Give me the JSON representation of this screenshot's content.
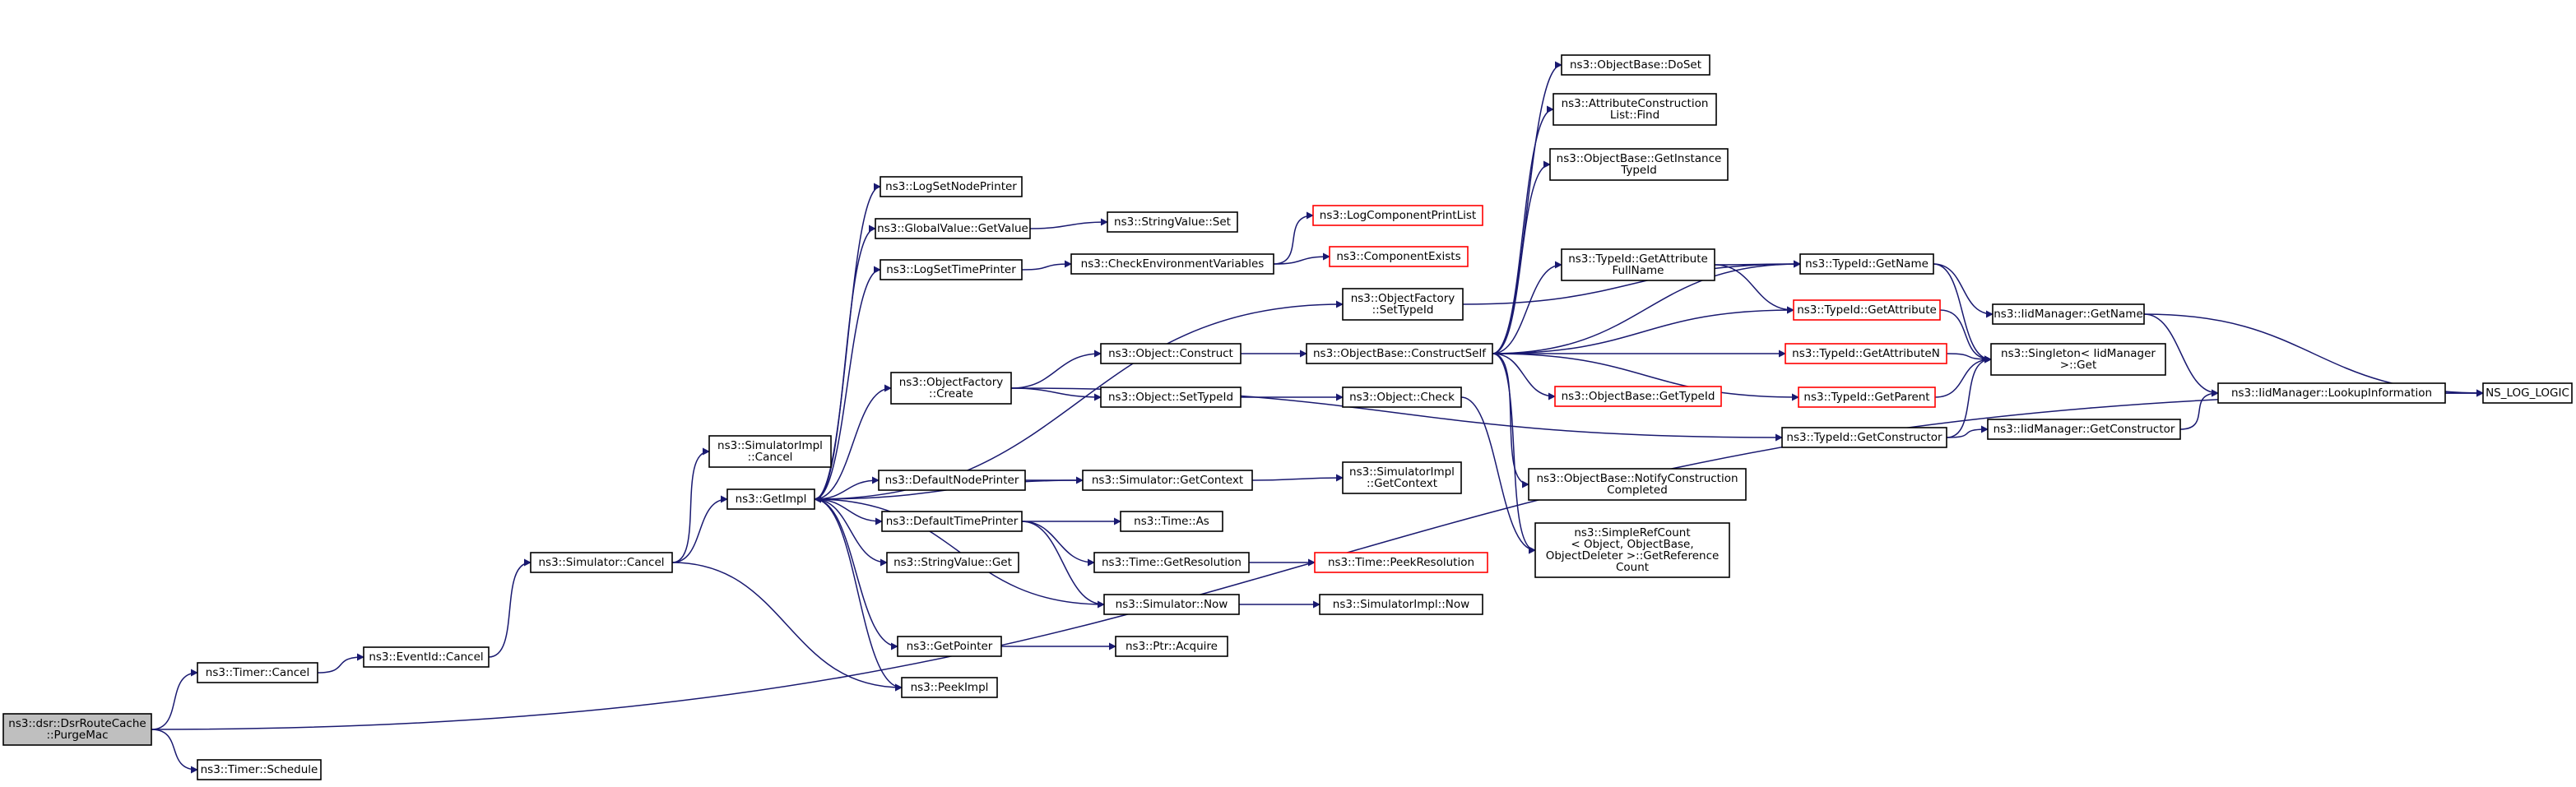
{
  "colors": {
    "edge": "#191970",
    "box_border": "#000000",
    "box_fill": "#ffffff",
    "truncated_border": "#ff0000",
    "root_fill": "#bfbfbf",
    "text": "#000000"
  },
  "nodes": {
    "purgemac": {
      "lines": [
        "ns3::dsr::DsrRouteCache",
        "::PurgeMac"
      ],
      "style": "root"
    },
    "timer_cancel": {
      "lines": [
        "ns3::Timer::Cancel"
      ]
    },
    "timer_schedule": {
      "lines": [
        "ns3::Timer::Schedule"
      ]
    },
    "eventid_cancel": {
      "lines": [
        "ns3::EventId::Cancel"
      ]
    },
    "sim_cancel": {
      "lines": [
        "ns3::Simulator::Cancel"
      ]
    },
    "simimpl_cancel": {
      "lines": [
        "ns3::SimulatorImpl",
        "::Cancel"
      ]
    },
    "getimpl": {
      "lines": [
        "ns3::GetImpl"
      ]
    },
    "logsetnodeprinter": {
      "lines": [
        "ns3::LogSetNodePrinter"
      ]
    },
    "globalvalue_getvalue": {
      "lines": [
        "ns3::GlobalValue::GetValue"
      ]
    },
    "logsettimeprinter": {
      "lines": [
        "ns3::LogSetTimePrinter"
      ]
    },
    "objfactory_create": {
      "lines": [
        "ns3::ObjectFactory",
        "::Create"
      ]
    },
    "defaultnodeprinter": {
      "lines": [
        "ns3::DefaultNodePrinter"
      ]
    },
    "defaulttimeprinter": {
      "lines": [
        "ns3::DefaultTimePrinter"
      ]
    },
    "stringvalue_get": {
      "lines": [
        "ns3::StringValue::Get"
      ]
    },
    "getpointer": {
      "lines": [
        "ns3::GetPointer"
      ]
    },
    "peekimpl": {
      "lines": [
        "ns3::PeekImpl"
      ]
    },
    "stringvalue_set": {
      "lines": [
        "ns3::StringValue::Set"
      ]
    },
    "checkenvvars": {
      "lines": [
        "ns3::CheckEnvironmentVariables"
      ]
    },
    "logcompprintlist": {
      "lines": [
        "ns3::LogComponentPrintList"
      ],
      "style": "truncated"
    },
    "componentexists": {
      "lines": [
        "ns3::ComponentExists"
      ],
      "style": "truncated"
    },
    "objfactory_settypeid": {
      "lines": [
        "ns3::ObjectFactory",
        "::SetTypeId"
      ]
    },
    "object_construct": {
      "lines": [
        "ns3::Object::Construct"
      ]
    },
    "object_settypeid": {
      "lines": [
        "ns3::Object::SetTypeId"
      ]
    },
    "sim_getcontext": {
      "lines": [
        "ns3::Simulator::GetContext"
      ]
    },
    "time_as": {
      "lines": [
        "ns3::Time::As"
      ]
    },
    "time_getresolution": {
      "lines": [
        "ns3::Time::GetResolution"
      ]
    },
    "sim_now": {
      "lines": [
        "ns3::Simulator::Now"
      ]
    },
    "ptr_acquire": {
      "lines": [
        "ns3::Ptr::Acquire"
      ]
    },
    "objbase_constructself": {
      "lines": [
        "ns3::ObjectBase::ConstructSelf"
      ]
    },
    "object_check": {
      "lines": [
        "ns3::Object::Check"
      ]
    },
    "simimpl_getcontext": {
      "lines": [
        "ns3::SimulatorImpl",
        "::GetContext"
      ]
    },
    "time_peekresolution": {
      "lines": [
        "ns3::Time::PeekResolution"
      ],
      "style": "truncated"
    },
    "simimpl_now": {
      "lines": [
        "ns3::SimulatorImpl::Now"
      ]
    },
    "objbase_doset": {
      "lines": [
        "ns3::ObjectBase::DoSet"
      ]
    },
    "attrconstructionlist_find": {
      "lines": [
        "ns3::AttributeConstruction",
        "List::Find"
      ]
    },
    "objbase_getinstancetypeid": {
      "lines": [
        "ns3::ObjectBase::GetInstance",
        "TypeId"
      ]
    },
    "typeid_getattributefullname": {
      "lines": [
        "ns3::TypeId::GetAttribute",
        "FullName"
      ]
    },
    "objbase_gettypeid": {
      "lines": [
        "ns3::ObjectBase::GetTypeId"
      ],
      "style": "truncated"
    },
    "objbase_notifyconstructioncompleted": {
      "lines": [
        "ns3::ObjectBase::NotifyConstruction",
        "Completed"
      ]
    },
    "simplerefcount_getrefcount": {
      "lines": [
        "ns3::SimpleRefCount",
        "< Object, ObjectBase,",
        "ObjectDeleter >::GetReference",
        "Count"
      ]
    },
    "typeid_getname": {
      "lines": [
        "ns3::TypeId::GetName"
      ]
    },
    "typeid_getattribute": {
      "lines": [
        "ns3::TypeId::GetAttribute"
      ],
      "style": "truncated"
    },
    "typeid_getattributen": {
      "lines": [
        "ns3::TypeId::GetAttributeN"
      ],
      "style": "truncated"
    },
    "typeid_getparent": {
      "lines": [
        "ns3::TypeId::GetParent"
      ],
      "style": "truncated"
    },
    "typeid_getconstructor": {
      "lines": [
        "ns3::TypeId::GetConstructor"
      ]
    },
    "iidmanager_getname": {
      "lines": [
        "ns3::IidManager::GetName"
      ]
    },
    "singleton_get": {
      "lines": [
        "ns3::Singleton< IidManager",
        ">::Get"
      ]
    },
    "iidmanager_getconstructor": {
      "lines": [
        "ns3::IidManager::GetConstructor"
      ]
    },
    "iidmanager_lookupinformation": {
      "lines": [
        "ns3::IidManager::LookupInformation"
      ]
    },
    "ns_log_logic": {
      "lines": [
        "NS_LOG_LOGIC"
      ]
    }
  },
  "edges": [
    [
      "purgemac",
      "timer_cancel"
    ],
    [
      "purgemac",
      "timer_schedule"
    ],
    [
      "purgemac",
      "ns_log_logic"
    ],
    [
      "timer_cancel",
      "eventid_cancel"
    ],
    [
      "eventid_cancel",
      "sim_cancel"
    ],
    [
      "sim_cancel",
      "simimpl_cancel"
    ],
    [
      "sim_cancel",
      "getimpl"
    ],
    [
      "sim_cancel",
      "peekimpl"
    ],
    [
      "getimpl",
      "logsetnodeprinter"
    ],
    [
      "getimpl",
      "globalvalue_getvalue"
    ],
    [
      "getimpl",
      "logsettimeprinter"
    ],
    [
      "getimpl",
      "objfactory_settypeid"
    ],
    [
      "getimpl",
      "objfactory_create"
    ],
    [
      "getimpl",
      "defaultnodeprinter"
    ],
    [
      "getimpl",
      "defaulttimeprinter"
    ],
    [
      "getimpl",
      "stringvalue_get"
    ],
    [
      "getimpl",
      "getpointer"
    ],
    [
      "getimpl",
      "peekimpl"
    ],
    [
      "globalvalue_getvalue",
      "stringvalue_set"
    ],
    [
      "logsettimeprinter",
      "checkenvvars"
    ],
    [
      "checkenvvars",
      "logcompprintlist"
    ],
    [
      "checkenvvars",
      "componentexists"
    ],
    [
      "objfactory_create",
      "object_construct"
    ],
    [
      "objfactory_create",
      "object_settypeid"
    ],
    [
      "objfactory_create",
      "typeid_getconstructor"
    ],
    [
      "object_construct",
      "objbase_constructself"
    ],
    [
      "object_settypeid",
      "object_check"
    ],
    [
      "defaultnodeprinter",
      "sim_getcontext"
    ],
    [
      "sim_getcontext",
      "getimpl"
    ],
    [
      "sim_getcontext",
      "simimpl_getcontext"
    ],
    [
      "defaulttimeprinter",
      "time_as"
    ],
    [
      "defaulttimeprinter",
      "time_getresolution"
    ],
    [
      "defaulttimeprinter",
      "sim_now"
    ],
    [
      "time_getresolution",
      "time_peekresolution"
    ],
    [
      "sim_now",
      "getimpl"
    ],
    [
      "sim_now",
      "simimpl_now"
    ],
    [
      "getpointer",
      "ptr_acquire"
    ],
    [
      "objfactory_settypeid",
      "typeid_getname"
    ],
    [
      "objbase_constructself",
      "objbase_doset"
    ],
    [
      "objbase_constructself",
      "attrconstructionlist_find"
    ],
    [
      "objbase_constructself",
      "objbase_getinstancetypeid"
    ],
    [
      "objbase_constructself",
      "typeid_getattributefullname"
    ],
    [
      "objbase_constructself",
      "typeid_getname"
    ],
    [
      "objbase_constructself",
      "typeid_getattribute"
    ],
    [
      "objbase_constructself",
      "typeid_getattributen"
    ],
    [
      "objbase_constructself",
      "objbase_gettypeid"
    ],
    [
      "objbase_constructself",
      "typeid_getparent"
    ],
    [
      "objbase_constructself",
      "objbase_notifyconstructioncompleted"
    ],
    [
      "objbase_constructself",
      "simplerefcount_getrefcount"
    ],
    [
      "object_check",
      "simplerefcount_getrefcount"
    ],
    [
      "typeid_getattributefullname",
      "typeid_getname"
    ],
    [
      "typeid_getattributefullname",
      "typeid_getattribute"
    ],
    [
      "typeid_getname",
      "iidmanager_getname"
    ],
    [
      "typeid_getname",
      "singleton_get"
    ],
    [
      "typeid_getattribute",
      "singleton_get"
    ],
    [
      "typeid_getattributen",
      "singleton_get"
    ],
    [
      "typeid_getparent",
      "singleton_get"
    ],
    [
      "typeid_getconstructor",
      "singleton_get"
    ],
    [
      "typeid_getconstructor",
      "iidmanager_getconstructor"
    ],
    [
      "iidmanager_getname",
      "iidmanager_lookupinformation"
    ],
    [
      "iidmanager_getname",
      "ns_log_logic"
    ],
    [
      "iidmanager_getconstructor",
      "iidmanager_lookupinformation"
    ],
    [
      "iidmanager_lookupinformation",
      "ns_log_logic"
    ]
  ]
}
